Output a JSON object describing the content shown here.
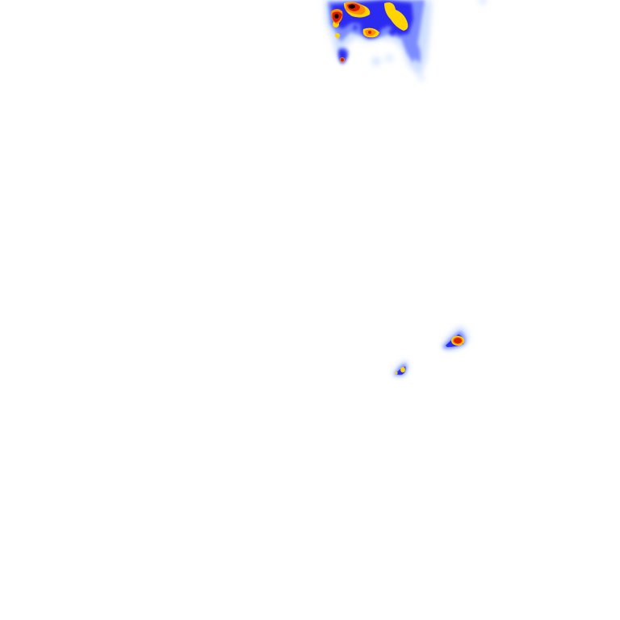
{
  "map": {
    "type": "precipitation-radar-tile",
    "background": "#ffffff",
    "intensity_palette": {
      "faint": "#bcd3ff",
      "light": "#7b8cff",
      "moderate": "#2c2cf0",
      "heavy": "#ffd400",
      "very_heavy": "#ff8c00",
      "intense": "#d42000",
      "extreme": "#1a0000"
    },
    "cells": [
      {
        "name": "northern-cluster",
        "intensity": "extreme"
      },
      {
        "name": "southeast-cell-large",
        "intensity": "intense"
      },
      {
        "name": "southeast-cell-small",
        "intensity": "heavy"
      }
    ]
  }
}
